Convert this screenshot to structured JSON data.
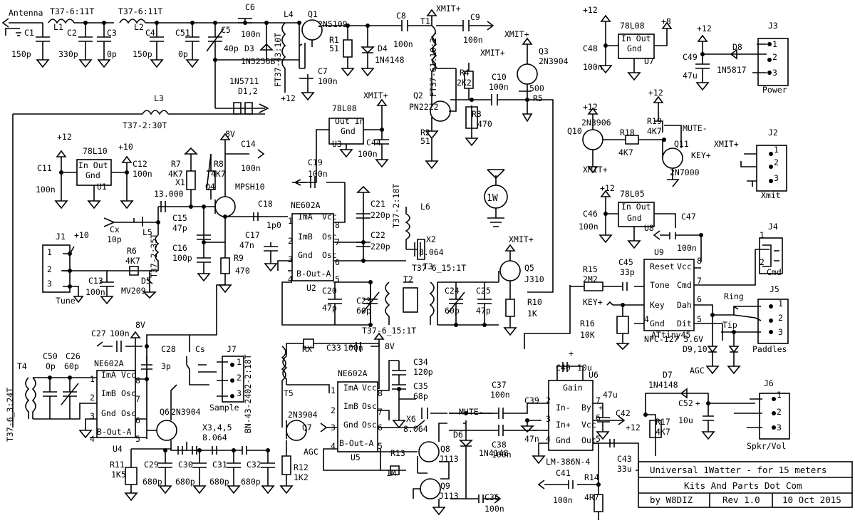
{
  "labels": [
    [
      "Antenna",
      12,
      22
    ],
    [
      "T37-6:11T",
      70,
      20
    ],
    [
      "T37-6:11T",
      166,
      20
    ],
    [
      "L1",
      75,
      42
    ],
    [
      "L2",
      188,
      42
    ],
    [
      "C1",
      34,
      50
    ],
    [
      "150p",
      16,
      80
    ],
    [
      "C2",
      94,
      50
    ],
    [
      "330p",
      82,
      80
    ],
    [
      "C3",
      150,
      50
    ],
    [
      "0p",
      150,
      80
    ],
    [
      "C4",
      204,
      50
    ],
    [
      "150p",
      186,
      80
    ],
    [
      "C51",
      246,
      50
    ],
    [
      "0p",
      250,
      80
    ],
    [
      "C5",
      310,
      46
    ],
    [
      "40p",
      314,
      72
    ],
    [
      "C6",
      344,
      14
    ],
    [
      "100n",
      338,
      52
    ],
    [
      "L4",
      398,
      24
    ],
    [
      "D3",
      343,
      72
    ],
    [
      "1N5256B",
      338,
      90
    ],
    [
      "FT37-43:10T",
      394,
      122
    ],
    [
      "Q1",
      432,
      24
    ],
    [
      "2N5109",
      446,
      38
    ],
    [
      "R1",
      462,
      60
    ],
    [
      "51",
      462,
      72
    ],
    [
      "D4",
      530,
      72
    ],
    [
      "1N4148",
      526,
      88
    ],
    [
      "C7",
      446,
      104
    ],
    [
      "100n",
      446,
      118
    ],
    [
      "+12",
      394,
      142
    ],
    [
      "C8",
      556,
      26
    ],
    [
      "100n",
      552,
      66
    ],
    [
      "T1",
      590,
      34
    ],
    [
      "XMIT+",
      612,
      16
    ],
    [
      "C9",
      660,
      28
    ],
    [
      "100n",
      650,
      60
    ],
    [
      "FT37-61:10:2",
      612,
      136
    ],
    [
      "XMIT+",
      708,
      52
    ],
    [
      "XMIT+",
      674,
      78
    ],
    [
      "Q3",
      756,
      76
    ],
    [
      "2N3904",
      756,
      90
    ],
    [
      "R4",
      645,
      106
    ],
    [
      "2K2",
      641,
      120
    ],
    [
      "C10",
      690,
      112
    ],
    [
      "100n",
      686,
      126
    ],
    [
      "500",
      743,
      128
    ],
    [
      "R5",
      748,
      142
    ],
    [
      "Q2",
      580,
      138
    ],
    [
      "PN2222",
      574,
      154
    ],
    [
      "R3",
      662,
      164
    ],
    [
      "470",
      670,
      178
    ],
    [
      "R2",
      590,
      190
    ],
    [
      "51",
      590,
      202
    ],
    [
      "L3",
      216,
      142
    ],
    [
      "T37-2:30T",
      172,
      180
    ],
    [
      "1N5711",
      322,
      118
    ],
    [
      "D1,2",
      334,
      132
    ],
    [
      "XMIT+",
      510,
      138
    ],
    [
      "78L08",
      466,
      156
    ],
    [
      "Out In",
      470,
      174
    ],
    [
      "Gnd",
      478,
      188
    ],
    [
      "U3",
      466,
      206
    ],
    [
      "C44",
      514,
      204
    ],
    [
      "100n",
      502,
      220
    ],
    [
      "8V",
      316,
      192
    ],
    [
      "C14",
      338,
      206
    ],
    [
      "100n",
      338,
      240
    ],
    [
      "R7",
      240,
      234
    ],
    [
      "4K7",
      236,
      248
    ],
    [
      "R8",
      300,
      234
    ],
    [
      "4K7",
      296,
      248
    ],
    [
      "Q4",
      288,
      266
    ],
    [
      "MPSH10",
      330,
      266
    ],
    [
      "+12",
      80,
      196
    ],
    [
      "78L10",
      116,
      216
    ],
    [
      "In Out",
      110,
      236
    ],
    [
      "Gnd",
      120,
      250
    ],
    [
      "U1",
      136,
      266
    ],
    [
      "+10",
      166,
      210
    ],
    [
      "C12",
      186,
      234
    ],
    [
      "100n",
      186,
      248
    ],
    [
      "C11",
      52,
      240
    ],
    [
      "100n",
      50,
      270
    ],
    [
      "X1",
      246,
      260
    ],
    [
      "13.000",
      216,
      276
    ],
    [
      "C15",
      242,
      310
    ],
    [
      "47p",
      242,
      324
    ],
    [
      "C16",
      242,
      352
    ],
    [
      "100p",
      242,
      366
    ],
    [
      "Cx",
      154,
      326
    ],
    [
      "10p",
      150,
      340
    ],
    [
      "L5",
      200,
      330
    ],
    [
      "T37-2:35T",
      220,
      390
    ],
    [
      "R6",
      178,
      356
    ],
    [
      "4K7",
      176,
      370
    ],
    [
      "C13",
      124,
      398
    ],
    [
      "100n",
      120,
      414
    ],
    [
      "D5",
      198,
      398
    ],
    [
      "MV209",
      170,
      412
    ],
    [
      "J1",
      78,
      336
    ],
    [
      "+10",
      104,
      334
    ],
    [
      "1",
      66,
      358
    ],
    [
      "2",
      66,
      382
    ],
    [
      "3",
      66,
      402
    ],
    [
      "Tune",
      78,
      426
    ],
    [
      "C18",
      362,
      290
    ],
    [
      "1p0",
      374,
      320
    ],
    [
      "C17",
      344,
      334
    ],
    [
      "47n",
      336,
      348
    ],
    [
      "R9",
      328,
      366
    ],
    [
      "470",
      330,
      384
    ],
    [
      "C19",
      432,
      232
    ],
    [
      "100n",
      432,
      248
    ],
    [
      "NE602A",
      408,
      292
    ],
    [
      "ImA",
      418,
      308
    ],
    [
      "Vcc",
      452,
      308
    ],
    [
      "ImB",
      418,
      336
    ],
    [
      "Osc",
      452,
      336
    ],
    [
      "Gnd",
      418,
      362
    ],
    [
      "Osc",
      452,
      362
    ],
    [
      "B-Out-A",
      416,
      388
    ],
    [
      "1",
      404,
      314
    ],
    [
      "8",
      470,
      320
    ],
    [
      "2",
      404,
      342
    ],
    [
      "7",
      470,
      344
    ],
    [
      "3",
      404,
      368
    ],
    [
      "6",
      470,
      372
    ],
    [
      "4",
      404,
      396
    ],
    [
      "5",
      470,
      396
    ],
    [
      "U2",
      430,
      408
    ],
    [
      "C21",
      520,
      290
    ],
    [
      "220p",
      520,
      306
    ],
    [
      "C22",
      520,
      334
    ],
    [
      "220p",
      520,
      350
    ],
    [
      "L6",
      590,
      294
    ],
    [
      "T37-2:18T",
      560,
      320
    ],
    [
      "X2",
      598,
      340
    ],
    [
      "8.064",
      588,
      358
    ],
    [
      "C20",
      452,
      412
    ],
    [
      "47p",
      452,
      436
    ],
    [
      "C23",
      500,
      426
    ],
    [
      "60p",
      500,
      440
    ],
    [
      "T2",
      566,
      396
    ],
    [
      "T3",
      594,
      378
    ],
    [
      "T37-6_15:1T",
      578,
      380
    ],
    [
      "C24",
      624,
      412
    ],
    [
      "60p",
      624,
      440
    ],
    [
      "C25",
      668,
      412
    ],
    [
      "47p",
      668,
      440
    ],
    [
      "T37-6_15:1T",
      508,
      468
    ],
    [
      "XMIT+",
      714,
      340
    ],
    [
      "Q5",
      736,
      380
    ],
    [
      "J310",
      736,
      396
    ],
    [
      "R10",
      740,
      428
    ],
    [
      "1K",
      740,
      444
    ],
    [
      "C27",
      128,
      472
    ],
    [
      "100n",
      154,
      472
    ],
    [
      "8V",
      190,
      460
    ],
    [
      "C28",
      226,
      494
    ],
    [
      "3p",
      226,
      518
    ],
    [
      "Cs",
      274,
      494
    ],
    [
      "J7",
      318,
      494
    ],
    [
      "1",
      332,
      512
    ],
    [
      "2",
      332,
      534
    ],
    [
      "3",
      332,
      556
    ],
    [
      "Sample",
      294,
      576
    ],
    [
      "C50",
      60,
      504
    ],
    [
      "0p",
      64,
      518
    ],
    [
      "C26",
      92,
      504
    ],
    [
      "60p",
      90,
      518
    ],
    [
      "T4",
      24,
      518
    ],
    [
      "T37-6_3:24T",
      18,
      620
    ],
    [
      "NE602A",
      132,
      514
    ],
    [
      "ImA",
      142,
      530
    ],
    [
      "Vcc",
      170,
      530
    ],
    [
      "ImB",
      142,
      556
    ],
    [
      "Osc",
      170,
      556
    ],
    [
      "Gnd",
      142,
      584
    ],
    [
      "Osc",
      170,
      584
    ],
    [
      "B-Out-A",
      136,
      610
    ],
    [
      "1",
      126,
      536
    ],
    [
      "8",
      190,
      538
    ],
    [
      "2",
      126,
      562
    ],
    [
      "7",
      190,
      564
    ],
    [
      "3",
      126,
      588
    ],
    [
      "6",
      190,
      594
    ],
    [
      "4",
      126,
      620
    ],
    [
      "5",
      190,
      620
    ],
    [
      "U4",
      158,
      634
    ],
    [
      "Q6",
      224,
      582
    ],
    [
      "2N3904",
      240,
      582
    ],
    [
      "X3,4,5",
      284,
      604
    ],
    [
      "8.064",
      284,
      618
    ],
    [
      "R11",
      154,
      656
    ],
    [
      "1K5",
      156,
      670
    ],
    [
      "C29",
      202,
      656
    ],
    [
      "680p",
      200,
      680
    ],
    [
      "C30",
      250,
      656
    ],
    [
      "680p",
      246,
      680
    ],
    [
      "C31",
      298,
      656
    ],
    [
      "680p",
      294,
      680
    ],
    [
      "C32",
      346,
      656
    ],
    [
      "680p",
      338,
      680
    ],
    [
      "RX",
      424,
      494
    ],
    [
      "C33",
      458,
      492
    ],
    [
      "100n",
      482,
      492
    ],
    [
      "8V",
      540,
      490
    ],
    [
      "T5",
      398,
      556
    ],
    [
      "2N3904",
      404,
      586
    ],
    [
      "BN-43-2402-2:18T",
      352,
      608
    ],
    [
      "Q7",
      424,
      604
    ],
    [
      "AGC",
      426,
      638
    ],
    [
      "R12",
      412,
      660
    ],
    [
      "1K2",
      412,
      674
    ],
    [
      "NE602A",
      474,
      528
    ],
    [
      "ImA",
      482,
      548
    ],
    [
      "Vcc",
      508,
      548
    ],
    [
      "ImB",
      482,
      574
    ],
    [
      "Osc",
      508,
      574
    ],
    [
      "Gnd",
      482,
      600
    ],
    [
      "Osc",
      508,
      600
    ],
    [
      "B-Out-A",
      476,
      626
    ],
    [
      "1",
      464,
      552
    ],
    [
      "8",
      530,
      556
    ],
    [
      "2",
      464,
      580
    ],
    [
      "7",
      530,
      582
    ],
    [
      "3",
      464,
      604
    ],
    [
      "6",
      530,
      604
    ],
    [
      "4",
      464,
      630
    ],
    [
      "5",
      530,
      630
    ],
    [
      "U5",
      492,
      646
    ],
    [
      "C34",
      580,
      512
    ],
    [
      "120p",
      580,
      526
    ],
    [
      "C35",
      580,
      546
    ],
    [
      "68p",
      580,
      560
    ],
    [
      "X6",
      570,
      592
    ],
    [
      "8.064",
      566,
      606
    ],
    [
      "MUTE-",
      644,
      582
    ],
    [
      "D6",
      636,
      614
    ],
    [
      "1N4148",
      672,
      640
    ],
    [
      "Q8",
      618,
      634
    ],
    [
      "J113",
      616,
      648
    ],
    [
      "R13",
      548,
      640
    ],
    [
      "1M",
      542,
      668
    ],
    [
      "Q9",
      618,
      686
    ],
    [
      "J113",
      616,
      700
    ],
    [
      "C36",
      680,
      702
    ],
    [
      "100n",
      680,
      718
    ],
    [
      "C37",
      690,
      544
    ],
    [
      "100n",
      688,
      558
    ],
    [
      "C38",
      690,
      628
    ],
    [
      "100n",
      690,
      642
    ],
    [
      "C39",
      736,
      566
    ],
    [
      "47n",
      736,
      620
    ],
    [
      "+",
      798,
      500
    ],
    [
      "C40",
      780,
      520
    ],
    [
      "10u",
      810,
      520
    ],
    [
      "U6",
      826,
      530
    ],
    [
      "Gain",
      790,
      548
    ],
    [
      "2",
      766,
      566
    ],
    [
      "In-",
      780,
      576
    ],
    [
      "By",
      816,
      576
    ],
    [
      "7",
      836,
      566
    ],
    [
      "3",
      766,
      592
    ],
    [
      "In+",
      780,
      600
    ],
    [
      "Vcc",
      816,
      600
    ],
    [
      "6",
      836,
      590
    ],
    [
      "4",
      766,
      620
    ],
    [
      "Gnd",
      780,
      622
    ],
    [
      "Out",
      816,
      622
    ],
    [
      "5",
      836,
      620
    ],
    [
      "LM-386N-4",
      766,
      652
    ],
    [
      "47u",
      846,
      558
    ],
    [
      "+",
      840,
      576
    ],
    [
      "C42",
      864,
      584
    ],
    [
      "+12",
      878,
      604
    ],
    [
      "C43",
      866,
      648
    ],
    [
      "33u",
      866,
      662
    ],
    [
      "C41",
      780,
      668
    ],
    [
      "100n",
      776,
      706
    ],
    [
      "R14",
      820,
      674
    ],
    [
      "4R7",
      820,
      702
    ],
    [
      "D7",
      930,
      530
    ],
    [
      "1N4148",
      910,
      544
    ],
    [
      "AGC",
      968,
      524
    ],
    [
      "R17",
      920,
      596
    ],
    [
      "4K7",
      920,
      610
    ],
    [
      "C52",
      952,
      570
    ],
    [
      "10u",
      952,
      594
    ],
    [
      "+",
      976,
      570
    ],
    [
      "J6",
      1072,
      542
    ],
    [
      "1",
      1090,
      558
    ],
    [
      "2",
      1090,
      582
    ],
    [
      "3",
      1090,
      604
    ],
    [
      "Spkr/Vol",
      1048,
      630
    ],
    [
      "+12",
      818,
      18
    ],
    [
      "78L08",
      870,
      40
    ],
    [
      "In Out",
      872,
      58
    ],
    [
      "Gnd",
      880,
      72
    ],
    [
      "U7",
      904,
      90
    ],
    [
      "+8",
      928,
      34
    ],
    [
      "C48",
      818,
      72
    ],
    [
      "100n",
      818,
      98
    ],
    [
      "+12",
      978,
      44
    ],
    [
      "C49",
      958,
      84
    ],
    [
      "47u",
      958,
      110
    ],
    [
      "D8",
      1028,
      70
    ],
    [
      "1N5817",
      1006,
      102
    ],
    [
      "J3",
      1078,
      40
    ],
    [
      "1",
      1084,
      66
    ],
    [
      "2",
      1084,
      84
    ],
    [
      "3",
      1084,
      106
    ],
    [
      "Power",
      1070,
      130
    ],
    [
      "+12",
      910,
      134
    ],
    [
      "R19",
      908,
      174
    ],
    [
      "4K7",
      908,
      188
    ],
    [
      "MUTE-",
      958,
      184
    ],
    [
      "+12",
      818,
      154
    ],
    [
      "Q10",
      796,
      188
    ],
    [
      "2N3906",
      816,
      176
    ],
    [
      "R18",
      870,
      190
    ],
    [
      "4K7",
      868,
      218
    ],
    [
      "Q11",
      946,
      206
    ],
    [
      "KEY+",
      970,
      222
    ],
    [
      "2N7000",
      940,
      246
    ],
    [
      "XMIT+",
      818,
      242
    ],
    [
      "XMIT+",
      1002,
      206
    ],
    [
      "J2",
      1078,
      190
    ],
    [
      "1",
      1086,
      214
    ],
    [
      "2",
      1086,
      232
    ],
    [
      "3",
      1086,
      254
    ],
    [
      "Xmit",
      1068,
      278
    ],
    [
      "+12",
      842,
      268
    ],
    [
      "78L05",
      870,
      276
    ],
    [
      "In Out",
      872,
      294
    ],
    [
      "Gnd",
      880,
      310
    ],
    [
      "U8",
      904,
      324
    ],
    [
      "C46",
      818,
      304
    ],
    [
      "100n",
      812,
      322
    ],
    [
      "C47",
      956,
      308
    ],
    [
      "100n",
      950,
      352
    ],
    [
      "J4",
      1078,
      322
    ],
    [
      "1",
      1066,
      334
    ],
    [
      "2",
      1066,
      372
    ],
    [
      "Cmd",
      1076,
      386
    ],
    [
      "R15",
      818,
      382
    ],
    [
      "2M2",
      818,
      396
    ],
    [
      "C45",
      868,
      372
    ],
    [
      "33p",
      870,
      386
    ],
    [
      "U9",
      918,
      358
    ],
    [
      "Reset",
      912,
      378
    ],
    [
      "Vcc",
      950,
      378
    ],
    [
      "Tone",
      912,
      404
    ],
    [
      "Cmd",
      950,
      404
    ],
    [
      "Key",
      912,
      432
    ],
    [
      "Dah",
      950,
      432
    ],
    [
      "Gnd",
      912,
      458
    ],
    [
      "Dit",
      950,
      458
    ],
    [
      "8",
      978,
      370
    ],
    [
      "7",
      978,
      398
    ],
    [
      "6",
      978,
      424
    ],
    [
      "5",
      978,
      452
    ],
    [
      "4",
      904,
      452
    ],
    [
      "ATtiny45",
      914,
      474
    ],
    [
      "KEY+",
      818,
      428
    ],
    [
      "R16",
      814,
      458
    ],
    [
      "10K",
      814,
      474
    ],
    [
      "Ring",
      1016,
      420
    ],
    [
      "Tip",
      1014,
      460
    ],
    [
      "J5",
      1080,
      410
    ],
    [
      "1",
      1092,
      430
    ],
    [
      "2",
      1092,
      450
    ],
    [
      "3",
      1092,
      470
    ],
    [
      "Paddles",
      1056,
      494
    ],
    [
      "NPC-127 5.6V",
      904,
      480
    ],
    [
      "D9,10",
      958,
      494
    ]
  ],
  "title_block": {
    "title": "Universal 1Watter - for 15 meters",
    "company": "Kits And Parts Dot Com",
    "author": "by W8DIZ",
    "rev": "Rev 1.0",
    "date": "10 Oct 2015"
  },
  "power_symbol": "1W"
}
